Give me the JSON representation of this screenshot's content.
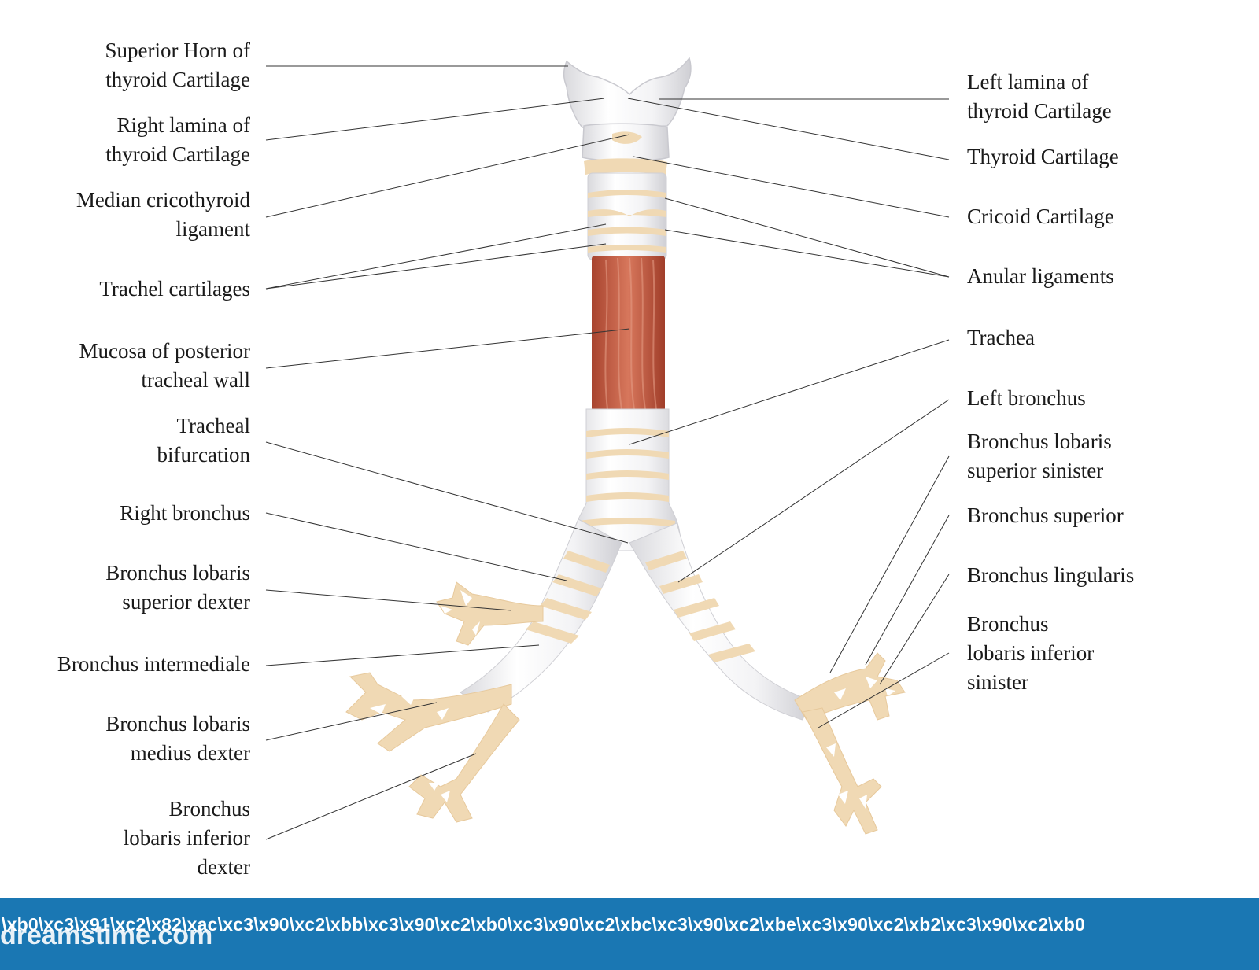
{
  "colors": {
    "cartilage": "#f2f2f4",
    "ligament": "#f0d9b4",
    "muscle": "#c8634a",
    "footer": "#1a77b3",
    "leader": "#333333"
  },
  "labels_left": [
    {
      "id": "superior-horn",
      "text": "Superior Horn of\nthyroid Cartilage"
    },
    {
      "id": "right-lamina",
      "text": "Right lamina of\nthyroid Cartilage"
    },
    {
      "id": "median-cricothyroid",
      "text": "Median cricothyroid\nligament"
    },
    {
      "id": "trachel-cartilages",
      "text": "Trachel cartilages"
    },
    {
      "id": "mucosa",
      "text": "Mucosa of posterior\ntracheal wall"
    },
    {
      "id": "tracheal-bifurcation",
      "text": "Tracheal\nbifurcation"
    },
    {
      "id": "right-bronchus",
      "text": "Right bronchus"
    },
    {
      "id": "bronchus-lobaris-superior-dexter",
      "text": "Bronchus lobaris\nsuperior dexter"
    },
    {
      "id": "bronchus-intermediale",
      "text": "Bronchus intermediale"
    },
    {
      "id": "bronchus-lobaris-medius-dexter",
      "text": "Bronchus lobaris\nmedius dexter"
    },
    {
      "id": "bronchus-lobaris-inferior-dexter",
      "text": "Bronchus\nlobaris inferior\ndexter"
    }
  ],
  "labels_right": [
    {
      "id": "left-lamina",
      "text": "Left lamina of\nthyroid Cartilage"
    },
    {
      "id": "thyroid-cartilage",
      "text": "Thyroid Cartilage"
    },
    {
      "id": "cricoid-cartilage",
      "text": "Cricoid Cartilage"
    },
    {
      "id": "anular-ligaments",
      "text": "Anular ligaments"
    },
    {
      "id": "trachea",
      "text": "Trachea"
    },
    {
      "id": "left-bronchus",
      "text": "Left bronchus"
    },
    {
      "id": "bronchus-lobaris-superior-sinister",
      "text": "Bronchus lobaris\nsuperior sinister"
    },
    {
      "id": "bronchus-superior",
      "text": "Bronchus superior"
    },
    {
      "id": "bronchus-lingularis",
      "text": "Bronchus lingularis"
    },
    {
      "id": "bronchus-lobaris-inferior-sinister",
      "text": "Bronchus\nlobaris inferior\nsinister"
    }
  ],
  "footer": {
    "brand": "dreamstime.com",
    "code": "\\xb0\\xc3\\x91\\xc2\\x82\\xac\\xc3\\x90\\xc2\\xbb\\xc3\\x90\\xc2\\xb0\\xc3\\x90\\xc2\\xbc\\xc3\\x90\\xc2\\xbe\\xc3\\x90\\xc2\\xb2\\xc3\\x90\\xc2\\xb0"
  }
}
